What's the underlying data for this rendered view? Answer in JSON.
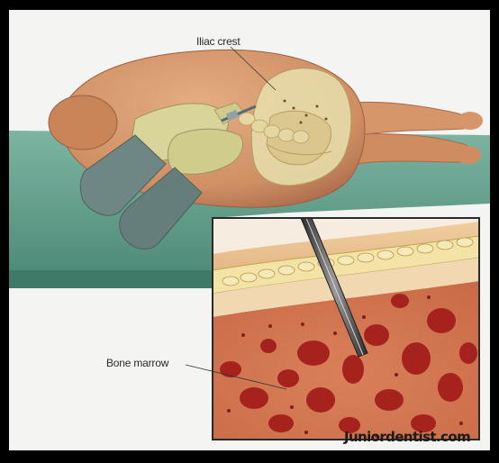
{
  "labels": {
    "iliac_crest": "Iliac crest",
    "bone_marrow": "Bone marrow"
  },
  "watermark": "Juniordentist.com",
  "colors": {
    "frame": "#000000",
    "background": "#f4f4f2",
    "table": "#5f9e8a",
    "skin": "#d79a6e",
    "bone": "#e8dcaa",
    "glove": "#d8d49a",
    "sleeve": "#6f8784",
    "marrow_red": "#a5221d",
    "needle": "#4a4a4a"
  }
}
